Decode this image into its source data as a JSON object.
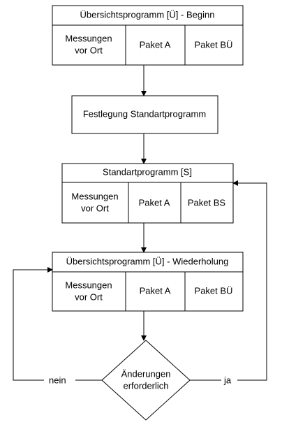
{
  "diagram": {
    "block1": {
      "title": "Übersichtsprogramm [Ü] - Beginn",
      "cell1_line1": "Messungen",
      "cell1_line2": "vor Ort",
      "cell2": "Paket A",
      "cell3": "Paket BÜ"
    },
    "step": "Festlegung Standartprogramm",
    "block2": {
      "title": "Standartprogramm [S]",
      "cell1_line1": "Messungen",
      "cell1_line2": "vor Ort",
      "cell2": "Paket A",
      "cell3": "Paket BS"
    },
    "block3": {
      "title": "Übersichtsprogramm [Ü] - Wiederholung",
      "cell1_line1": "Messungen",
      "cell1_line2": "vor Ort",
      "cell2": "Paket A",
      "cell3": "Paket BÜ"
    },
    "decision": {
      "line1": "Änderungen",
      "line2": "erforderlich",
      "no_label": "nein",
      "yes_label": "ja"
    }
  }
}
